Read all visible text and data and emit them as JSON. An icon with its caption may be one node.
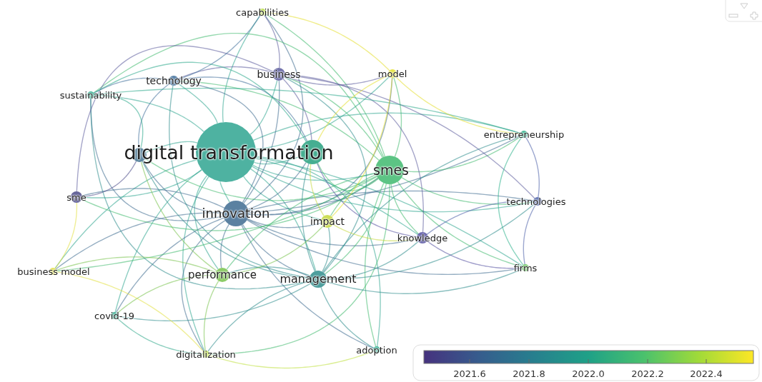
{
  "diagram": {
    "nodes": [
      {
        "text": [
          "capabilities"
        ]
      },
      {
        "text": [
          "business"
        ]
      },
      {
        "text": [
          "model"
        ]
      },
      {
        "text": [
          "technology"
        ]
      },
      {
        "text": [
          "sustainability"
        ]
      },
      {
        "text": [
          "digital transformation"
        ]
      },
      {
        "text": [],
        "shape": "circle"
      },
      {
        "text": [],
        "shape": "circle"
      },
      {
        "text": [
          "smes"
        ]
      },
      {
        "text": [
          "entrepreneurship"
        ]
      },
      {
        "text": [
          "sme"
        ]
      },
      {
        "text": [
          "innovation"
        ]
      },
      {
        "text": [
          "impact"
        ]
      },
      {
        "text": [
          "technologies"
        ]
      },
      {
        "text": [
          "knowledge"
        ]
      },
      {
        "text": [
          "business model"
        ]
      },
      {
        "text": [
          "performance"
        ]
      },
      {
        "text": [
          "management"
        ]
      },
      {
        "text": [
          "firms"
        ]
      },
      {
        "text": [
          "covid-19"
        ]
      },
      {
        "text": [
          "digitalization"
        ]
      },
      {
        "text": [
          "adoption"
        ]
      }
    ],
    "edges": [
      {
        "from": 5,
        "to": 0,
        "arrow": "none",
        "color": "#2fa590"
      },
      {
        "from": 5,
        "to": 1,
        "arrow": "none",
        "color": "#2fa590"
      },
      {
        "from": 5,
        "to": 2,
        "arrow": "none",
        "color": "#2fa590"
      },
      {
        "from": 5,
        "to": 3,
        "arrow": "none",
        "color": "#2fa590"
      },
      {
        "from": 5,
        "to": 4,
        "arrow": "none",
        "color": "#2fa590"
      },
      {
        "from": 5,
        "to": 6,
        "arrow": "none",
        "color": "#2fa590"
      },
      {
        "from": 5,
        "to": 7,
        "arrow": "none",
        "color": "#2fa590"
      },
      {
        "from": 5,
        "to": 8,
        "arrow": "none",
        "color": "#2fa590"
      },
      {
        "from": 5,
        "to": 9,
        "arrow": "none",
        "color": "#2fa590"
      },
      {
        "from": 5,
        "to": 10,
        "arrow": "none",
        "color": "#2fa590"
      },
      {
        "from": 5,
        "to": 11,
        "arrow": "none",
        "color": "#2fa590"
      },
      {
        "from": 5,
        "to": 12,
        "arrow": "none",
        "color": "#2fa590"
      },
      {
        "from": 5,
        "to": 13,
        "arrow": "none",
        "color": "#2fa590"
      },
      {
        "from": 5,
        "to": 14,
        "arrow": "none",
        "color": "#2fa590"
      },
      {
        "from": 5,
        "to": 15,
        "arrow": "none",
        "color": "#2fa590"
      },
      {
        "from": 5,
        "to": 16,
        "arrow": "none",
        "color": "#2fa590"
      },
      {
        "from": 5,
        "to": 17,
        "arrow": "none",
        "color": "#2fa590"
      },
      {
        "from": 5,
        "to": 18,
        "arrow": "none",
        "color": "#2fa590"
      },
      {
        "from": 5,
        "to": 19,
        "arrow": "none",
        "color": "#2fa590"
      },
      {
        "from": 5,
        "to": 20,
        "arrow": "none",
        "color": "#2fa590"
      },
      {
        "from": 5,
        "to": 21,
        "arrow": "none",
        "color": "#2fa590"
      },
      {
        "from": 11,
        "to": 0,
        "arrow": "none",
        "color": "#3e6b90"
      },
      {
        "from": 11,
        "to": 1,
        "arrow": "none",
        "color": "#3e6b90"
      },
      {
        "from": 11,
        "to": 2,
        "arrow": "none",
        "color": "#3e6b90"
      },
      {
        "from": 11,
        "to": 3,
        "arrow": "none",
        "color": "#3e6b90"
      },
      {
        "from": 11,
        "to": 4,
        "arrow": "none",
        "color": "#3e6b90"
      },
      {
        "from": 11,
        "to": 6,
        "arrow": "none",
        "color": "#3e6b90"
      },
      {
        "from": 11,
        "to": 7,
        "arrow": "none",
        "color": "#3e6b90"
      },
      {
        "from": 11,
        "to": 8,
        "arrow": "none",
        "color": "#3e6b90"
      },
      {
        "from": 11,
        "to": 9,
        "arrow": "none",
        "color": "#3e6b90"
      },
      {
        "from": 11,
        "to": 10,
        "arrow": "none",
        "color": "#3e6b90"
      },
      {
        "from": 11,
        "to": 12,
        "arrow": "none",
        "color": "#3e6b90"
      },
      {
        "from": 11,
        "to": 13,
        "arrow": "none",
        "color": "#3e6b90"
      },
      {
        "from": 11,
        "to": 14,
        "arrow": "none",
        "color": "#3e6b90"
      },
      {
        "from": 11,
        "to": 15,
        "arrow": "none",
        "color": "#3e6b90"
      },
      {
        "from": 11,
        "to": 16,
        "arrow": "none",
        "color": "#3e6b90"
      },
      {
        "from": 11,
        "to": 17,
        "arrow": "none",
        "color": "#3e6b90"
      },
      {
        "from": 11,
        "to": 18,
        "arrow": "none",
        "color": "#3e6b90"
      },
      {
        "from": 11,
        "to": 19,
        "arrow": "none",
        "color": "#3e6b90"
      },
      {
        "from": 11,
        "to": 20,
        "arrow": "none",
        "color": "#3e6b90"
      },
      {
        "from": 11,
        "to": 21,
        "arrow": "none",
        "color": "#3e6b90"
      },
      {
        "from": 8,
        "to": 0,
        "arrow": "none",
        "color": "#3fba6e"
      },
      {
        "from": 8,
        "to": 1,
        "arrow": "none",
        "color": "#3fba6e"
      },
      {
        "from": 8,
        "to": 2,
        "arrow": "none",
        "color": "#3fba6e"
      },
      {
        "from": 8,
        "to": 3,
        "arrow": "none",
        "color": "#3fba6e"
      },
      {
        "from": 8,
        "to": 4,
        "arrow": "none",
        "color": "#3fba6e"
      },
      {
        "from": 8,
        "to": 6,
        "arrow": "none",
        "color": "#3fba6e"
      },
      {
        "from": 8,
        "to": 7,
        "arrow": "none",
        "color": "#3fba6e"
      },
      {
        "from": 8,
        "to": 9,
        "arrow": "none",
        "color": "#3fba6e"
      },
      {
        "from": 8,
        "to": 10,
        "arrow": "none",
        "color": "#3fba6e"
      },
      {
        "from": 8,
        "to": 12,
        "arrow": "none",
        "color": "#3fba6e"
      },
      {
        "from": 8,
        "to": 13,
        "arrow": "none",
        "color": "#3fba6e"
      },
      {
        "from": 8,
        "to": 14,
        "arrow": "none",
        "color": "#3fba6e"
      },
      {
        "from": 8,
        "to": 15,
        "arrow": "none",
        "color": "#3fba6e"
      },
      {
        "from": 8,
        "to": 16,
        "arrow": "none",
        "color": "#3fba6e"
      },
      {
        "from": 8,
        "to": 17,
        "arrow": "none",
        "color": "#3fba6e"
      },
      {
        "from": 8,
        "to": 18,
        "arrow": "none",
        "color": "#3fba6e"
      },
      {
        "from": 8,
        "to": 20,
        "arrow": "none",
        "color": "#3fba6e"
      },
      {
        "from": 8,
        "to": 21,
        "arrow": "none",
        "color": "#3fba6e"
      },
      {
        "from": 17,
        "to": 1,
        "arrow": "none",
        "color": "#2e8d8c"
      },
      {
        "from": 17,
        "to": 3,
        "arrow": "none",
        "color": "#2e8d8c"
      },
      {
        "from": 17,
        "to": 4,
        "arrow": "none",
        "color": "#2e8d8c"
      },
      {
        "from": 17,
        "to": 6,
        "arrow": "none",
        "color": "#2e8d8c"
      },
      {
        "from": 17,
        "to": 7,
        "arrow": "none",
        "color": "#2e8d8c"
      },
      {
        "from": 17,
        "to": 9,
        "arrow": "none",
        "color": "#2e8d8c"
      },
      {
        "from": 17,
        "to": 12,
        "arrow": "none",
        "color": "#2e8d8c"
      },
      {
        "from": 17,
        "to": 13,
        "arrow": "none",
        "color": "#2e8d8c"
      },
      {
        "from": 17,
        "to": 14,
        "arrow": "none",
        "color": "#2e8d8c"
      },
      {
        "from": 17,
        "to": 16,
        "arrow": "none",
        "color": "#2e8d8c"
      },
      {
        "from": 17,
        "to": 18,
        "arrow": "none",
        "color": "#2e8d8c"
      },
      {
        "from": 17,
        "to": 19,
        "arrow": "none",
        "color": "#2e8d8c"
      },
      {
        "from": 17,
        "to": 20,
        "arrow": "none",
        "color": "#2e8d8c"
      },
      {
        "from": 17,
        "to": 21,
        "arrow": "none",
        "color": "#2e8d8c"
      },
      {
        "from": 1,
        "to": 0,
        "arrow": "none",
        "color": "#5b5b9c"
      },
      {
        "from": 1,
        "to": 3,
        "arrow": "none",
        "color": "#5b5b9c"
      },
      {
        "from": 1,
        "to": 2,
        "arrow": "none",
        "color": "#5b5b9c"
      },
      {
        "from": 1,
        "to": 7,
        "arrow": "none",
        "color": "#5b5b9c"
      },
      {
        "from": 1,
        "to": 14,
        "arrow": "none",
        "color": "#5b5b9c"
      },
      {
        "from": 1,
        "to": 13,
        "arrow": "none",
        "color": "#5b5b9c"
      },
      {
        "from": 1,
        "to": 10,
        "arrow": "none",
        "color": "#5b5b9c"
      },
      {
        "from": 3,
        "to": 4,
        "arrow": "none",
        "color": "#3f6f9a"
      },
      {
        "from": 3,
        "to": 6,
        "arrow": "none",
        "color": "#3f6f9a"
      },
      {
        "from": 3,
        "to": 0,
        "arrow": "none",
        "color": "#3f6f9a"
      },
      {
        "from": 3,
        "to": 7,
        "arrow": "none",
        "color": "#3f6f9a"
      },
      {
        "from": 4,
        "to": 6,
        "arrow": "none",
        "color": "#2aa88a"
      },
      {
        "from": 4,
        "to": 7,
        "arrow": "none",
        "color": "#2aa88a"
      },
      {
        "from": 4,
        "to": 9,
        "arrow": "none",
        "color": "#2aa88a"
      },
      {
        "from": 2,
        "to": 0,
        "arrow": "none",
        "color": "#e3df2c"
      },
      {
        "from": 2,
        "to": 7,
        "arrow": "none",
        "color": "#e3df2c"
      },
      {
        "from": 2,
        "to": 12,
        "arrow": "none",
        "color": "#e3df2c"
      },
      {
        "from": 2,
        "to": 9,
        "arrow": "none",
        "color": "#e3df2c"
      },
      {
        "from": 16,
        "to": 20,
        "arrow": "none",
        "color": "#78c34c"
      },
      {
        "from": 16,
        "to": 19,
        "arrow": "none",
        "color": "#78c34c"
      },
      {
        "from": 16,
        "to": 15,
        "arrow": "none",
        "color": "#78c34c"
      },
      {
        "from": 16,
        "to": 12,
        "arrow": "none",
        "color": "#78c34c"
      },
      {
        "from": 16,
        "to": 6,
        "arrow": "none",
        "color": "#78c34c"
      },
      {
        "from": 19,
        "to": 20,
        "arrow": "none",
        "color": "#2fa88a"
      },
      {
        "from": 20,
        "to": 21,
        "arrow": "none",
        "color": "#bde03a"
      },
      {
        "from": 15,
        "to": 10,
        "arrow": "none",
        "color": "#e2e040"
      },
      {
        "from": 15,
        "to": 20,
        "arrow": "none",
        "color": "#e2e040"
      },
      {
        "from": 13,
        "to": 14,
        "arrow": "none",
        "color": "#4a5fa8"
      },
      {
        "from": 13,
        "to": 9,
        "arrow": "none",
        "color": "#4a5fa8"
      },
      {
        "from": 13,
        "to": 18,
        "arrow": "none",
        "color": "#4a5fa8"
      },
      {
        "from": 14,
        "to": 18,
        "arrow": "none",
        "color": "#5450a0"
      },
      {
        "from": 14,
        "to": 7,
        "arrow": "none",
        "color": "#5450a0"
      },
      {
        "from": 9,
        "to": 18,
        "arrow": "none",
        "color": "#2ab08a"
      },
      {
        "from": 12,
        "to": 14,
        "arrow": "none",
        "color": "#c4d83a"
      },
      {
        "from": 12,
        "to": 7,
        "arrow": "none",
        "color": "#c4d83a"
      },
      {
        "from": 10,
        "to": 6,
        "arrow": "none",
        "color": "#4b4a88"
      }
    ],
    "labels": [
      "2021.6",
      "2021.8",
      "2022.0",
      "2022.2",
      "2022.4"
    ]
  }
}
